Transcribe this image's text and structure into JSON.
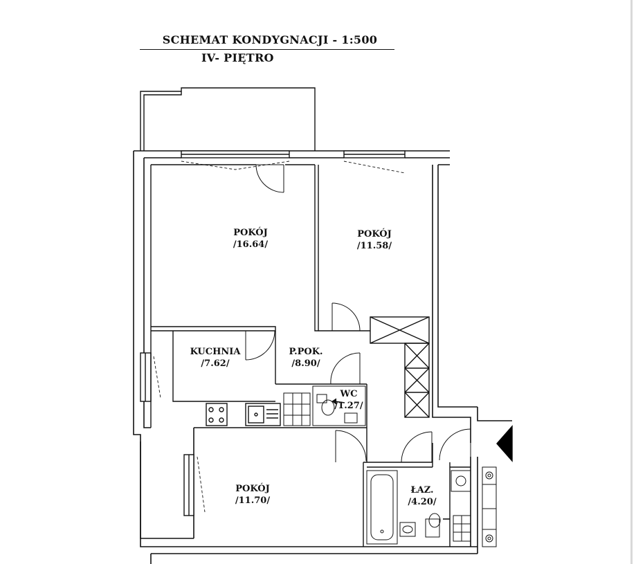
{
  "header": {
    "title": "SCHEMAT KONDYGNACJI - 1:500",
    "floor": "IV- PIĘTRO"
  },
  "rooms": [
    {
      "name": "POKÓJ",
      "area": "/16.64/"
    },
    {
      "name": "POKÓJ",
      "area": "/11.58/"
    },
    {
      "name": "KUCHNIA",
      "area": "/7.62/"
    },
    {
      "name": "P.POK.",
      "area": "/8.90/"
    },
    {
      "name": "WC",
      "area": "/1.27/"
    },
    {
      "name": "POKÓJ",
      "area": "/11.70/"
    },
    {
      "name": "ŁAZ.",
      "area": "/4.20/"
    }
  ],
  "colors": {
    "wall": "#111111",
    "paper": "#ffffff",
    "entry_marker": "#000000"
  },
  "icons": [
    "entrance-arrow-icon",
    "door-swing-icon",
    "window-icon",
    "sink-icon",
    "stove-icon",
    "toilet-icon",
    "bathtub-icon",
    "shaft-icon"
  ]
}
